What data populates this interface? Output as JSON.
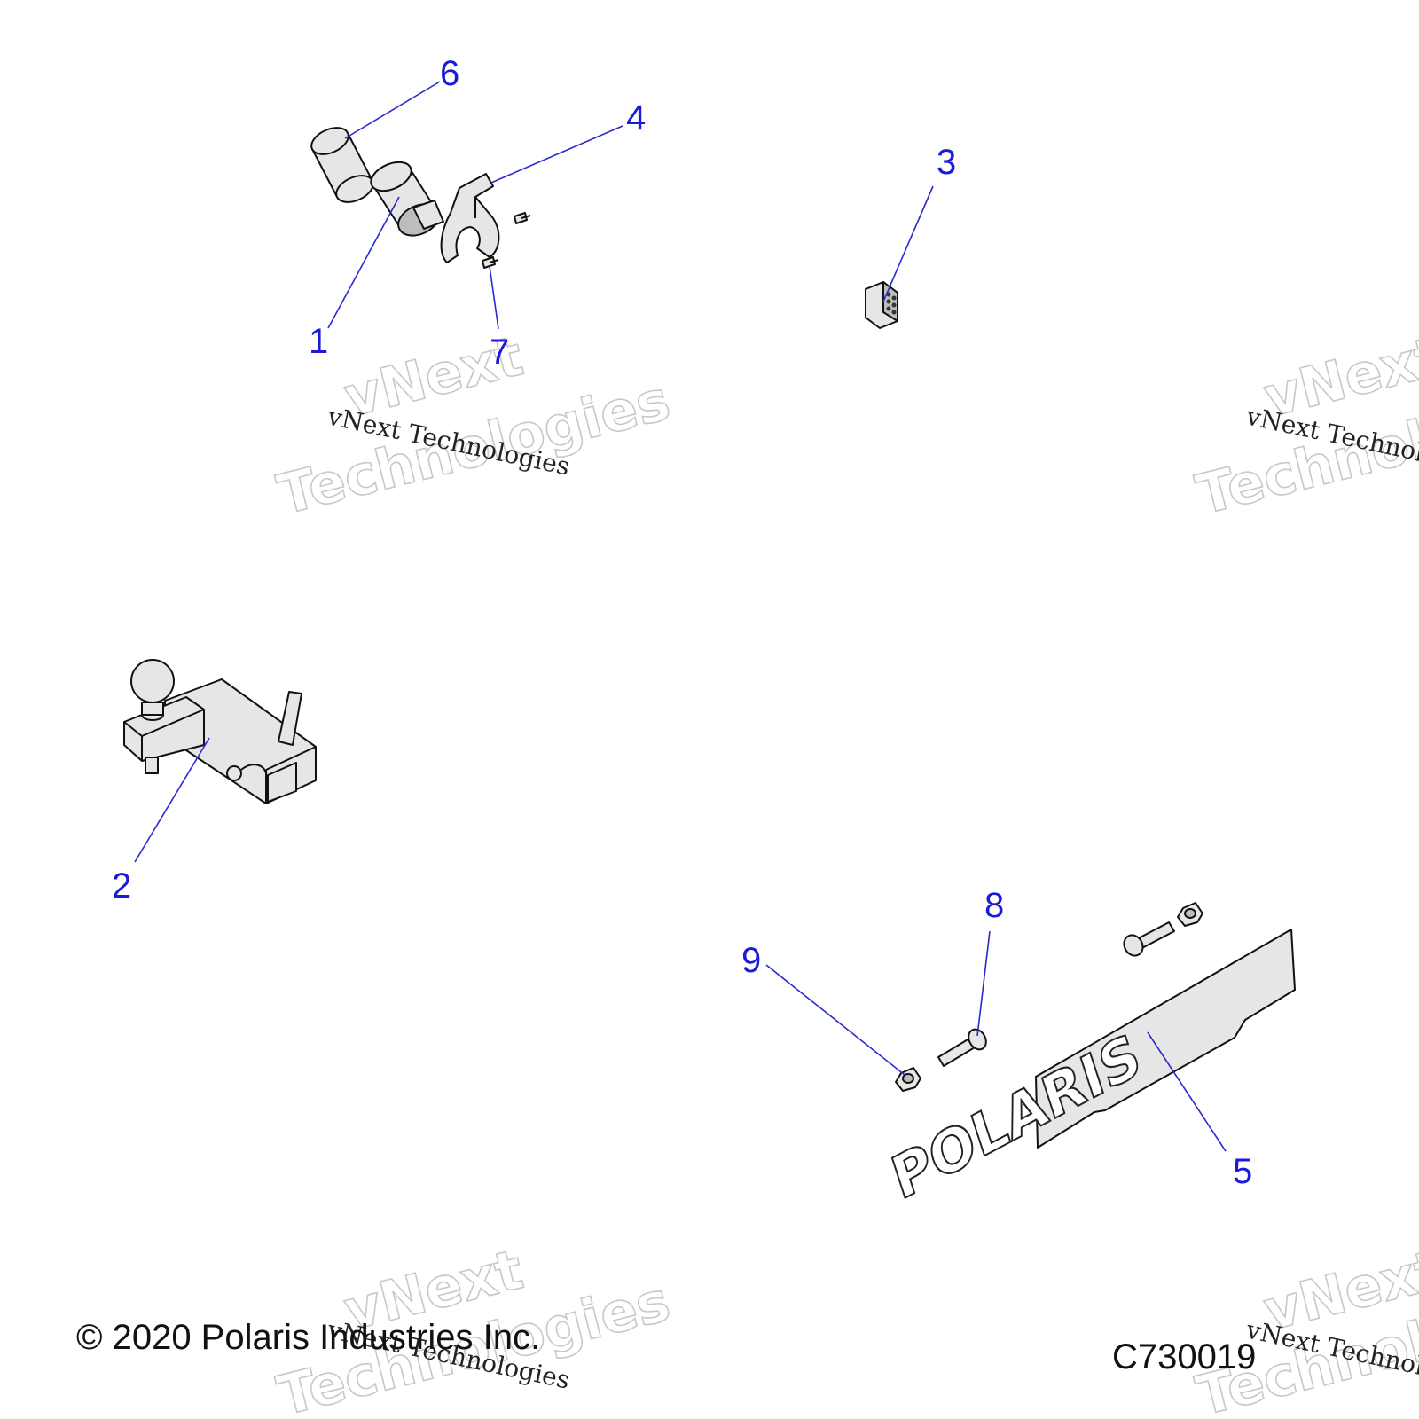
{
  "callouts": [
    {
      "label": "1"
    },
    {
      "label": "2"
    },
    {
      "label": "3"
    },
    {
      "label": "4"
    },
    {
      "label": "5"
    },
    {
      "label": "6"
    },
    {
      "label": "7"
    },
    {
      "label": "8"
    },
    {
      "label": "9"
    }
  ],
  "watermarks": {
    "small": "vNext Technologies",
    "big_line1": "vNext",
    "big_line2": "Technologies"
  },
  "plate_logo": "POLARIS",
  "footer": {
    "copyright": "© 2020 Polaris Industries Inc.",
    "figure_id": "C730019"
  },
  "colors": {
    "callout": "#1a1adb",
    "leader": "#2a2ad0"
  }
}
